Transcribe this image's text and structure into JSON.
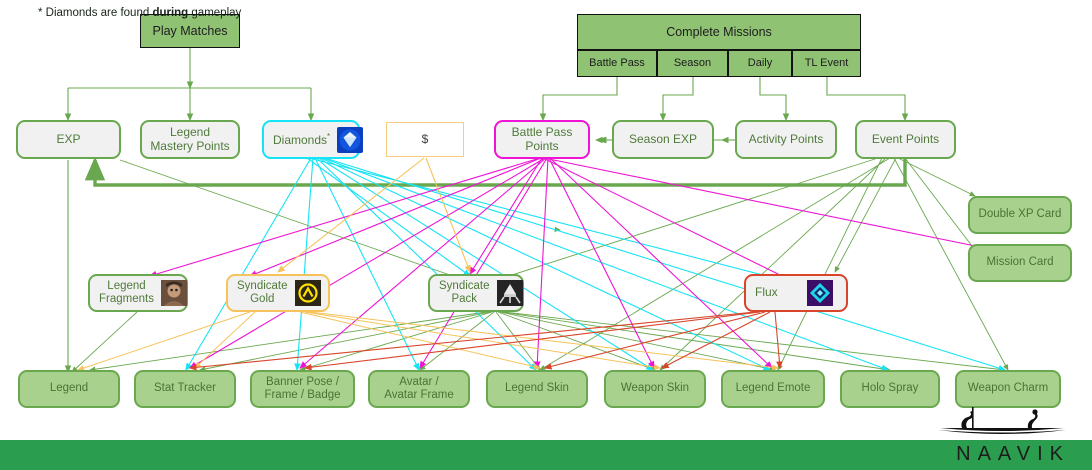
{
  "title": "Apex Legends Currency & Reward Flow",
  "colors": {
    "green_border": "#6aa84f",
    "green_fill": "#a9d18e",
    "header_fill": "#8fc273",
    "cyan": "#16e3f5",
    "magenta": "#ef14d5",
    "gold": "#f6c35a",
    "red": "#d8452a",
    "footer_green": "#2a9d4f"
  },
  "sources": [
    {
      "id": "play_matches",
      "label": "Play Matches"
    },
    {
      "id": "complete_missions",
      "label": "Complete Missions"
    }
  ],
  "mission_tabs": [
    {
      "id": "battle_pass",
      "label": "Battle Pass"
    },
    {
      "id": "season",
      "label": "Season"
    },
    {
      "id": "daily",
      "label": "Daily"
    },
    {
      "id": "tl_event",
      "label": "TL Event"
    }
  ],
  "currencies": [
    {
      "id": "exp",
      "label": "EXP",
      "accent": "green",
      "icon": null
    },
    {
      "id": "legend_mastery_points",
      "label": "Legend\nMastery Points",
      "accent": "green",
      "icon": null
    },
    {
      "id": "diamonds",
      "label": "Diamonds",
      "footnote_marker": "*",
      "accent": "cyan",
      "icon": "diamond-gem-icon"
    },
    {
      "id": "money",
      "label": "$",
      "accent": "gold-plain",
      "icon": null
    },
    {
      "id": "battle_pass_points",
      "label": "Battle Pass\nPoints",
      "accent": "magenta",
      "icon": null
    },
    {
      "id": "season_exp",
      "label": "Season EXP",
      "accent": "green",
      "icon": null
    },
    {
      "id": "activity_points",
      "label": "Activity Points",
      "accent": "green",
      "icon": null
    },
    {
      "id": "event_points",
      "label": "Event Points",
      "accent": "green",
      "icon": null
    }
  ],
  "mid_items": [
    {
      "id": "legend_fragments",
      "label": "Legend\nFragments",
      "accent": "green",
      "icon": "legend-portrait-icon"
    },
    {
      "id": "syndicate_gold",
      "label": "Syndicate\nGold",
      "accent": "gold",
      "icon": "syndicate-gold-icon"
    },
    {
      "id": "syndicate_pack",
      "label": "Syndicate\nPack",
      "accent": "green",
      "icon": "syndicate-pack-icon"
    },
    {
      "id": "flux",
      "label": "Flux",
      "accent": "red",
      "icon": "flux-gem-icon"
    }
  ],
  "right_cards": [
    {
      "id": "double_xp_card",
      "label": "Double XP Card"
    },
    {
      "id": "mission_card",
      "label": "Mission Card"
    }
  ],
  "rewards": [
    {
      "id": "legend",
      "label": "Legend"
    },
    {
      "id": "stat_tracker",
      "label": "Stat Tracker"
    },
    {
      "id": "banner_pose",
      "label": "Banner Pose /\nFrame / Badge"
    },
    {
      "id": "avatar",
      "label": "Avatar /\nAvatar Frame"
    },
    {
      "id": "legend_skin",
      "label": "Legend Skin"
    },
    {
      "id": "weapon_skin",
      "label": "Weapon Skin"
    },
    {
      "id": "legend_emote",
      "label": "Legend Emote"
    },
    {
      "id": "holo_spray",
      "label": "Holo Spray"
    },
    {
      "id": "weapon_charm",
      "label": "Weapon Charm"
    }
  ],
  "footer": {
    "note_prefix": "* Diamonds are found ",
    "note_bold": "during",
    "note_suffix": " gameplay",
    "brand": "NAAVIK"
  }
}
